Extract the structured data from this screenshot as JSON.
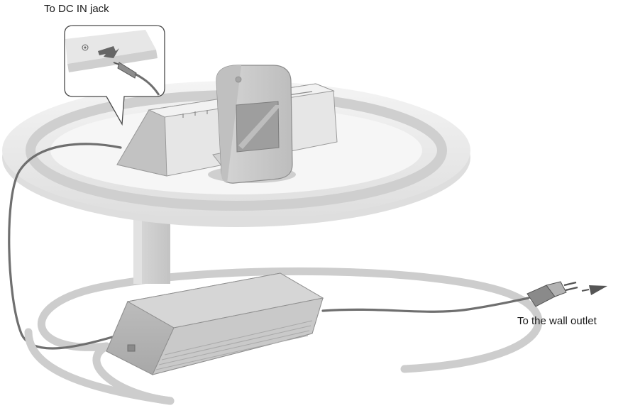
{
  "labels": {
    "dc_in_jack": "To DC IN jack",
    "wall_outlet": "To the wall outlet"
  },
  "icons": {
    "callout": "dc-in-jack-closeup-callout",
    "plug": "power-plug-icon",
    "arrow": "direction-arrow-icon"
  },
  "colors": {
    "line": "#6f6f6f",
    "surface": "#e4e4e4",
    "shadow": "#b4b4b4",
    "ring": "#c9c9c9"
  }
}
